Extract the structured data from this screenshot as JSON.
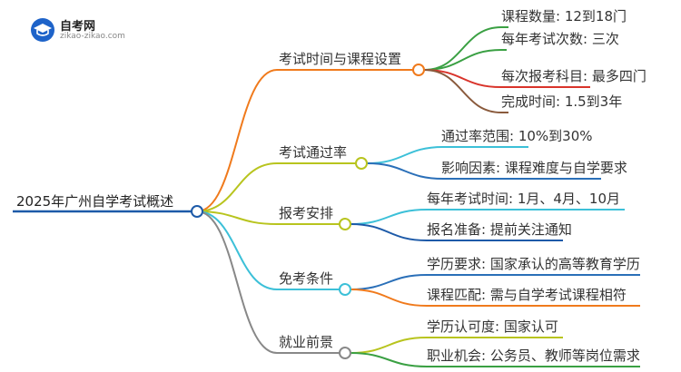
{
  "logo": {
    "title": "自考网",
    "url": "zikao-zikao.com"
  },
  "root": {
    "label": "2025年广州自学考试概述"
  },
  "branches": [
    {
      "label": "考试时间与课程设置",
      "color": "#f07a1c",
      "leaves": [
        {
          "label": "课程数量: 12到18门",
          "color": "#3aa043"
        },
        {
          "label": "每年考试次数: 三次",
          "color": "#3aa043"
        },
        {
          "label": "每次报考科目: 最多四门",
          "color": "#d9342b"
        },
        {
          "label": "完成时间: 1.5到3年",
          "color": "#8a5a3c"
        }
      ]
    },
    {
      "label": "考试通过率",
      "color": "#b8c41e",
      "leaves": [
        {
          "label": "通过率范围: 10%到30%",
          "color": "#3cc0d8"
        },
        {
          "label": "影响因素: 课程难度与自学要求",
          "color": "#2a6fb8"
        }
      ]
    },
    {
      "label": "报考安排",
      "color": "#b8c41e",
      "leaves": [
        {
          "label": "每年考试时间: 1月、4月、10月",
          "color": "#3cc0d8"
        },
        {
          "label": "报名准备: 提前关注通知",
          "color": "#1d5aa8"
        }
      ]
    },
    {
      "label": "免考条件",
      "color": "#3cc0d8",
      "leaves": [
        {
          "label": "学历要求: 国家承认的高等教育学历",
          "color": "#2a6fb8"
        },
        {
          "label": "课程匹配: 需与自学考试课程相符",
          "color": "#f07a1c"
        }
      ]
    },
    {
      "label": "就业前景",
      "color": "#888888",
      "leaves": [
        {
          "label": "学历认可度: 国家认可",
          "color": "#b8c41e"
        },
        {
          "label": "职业机会: 公务员、教师等岗位需求",
          "color": "#3aa043"
        }
      ]
    }
  ]
}
